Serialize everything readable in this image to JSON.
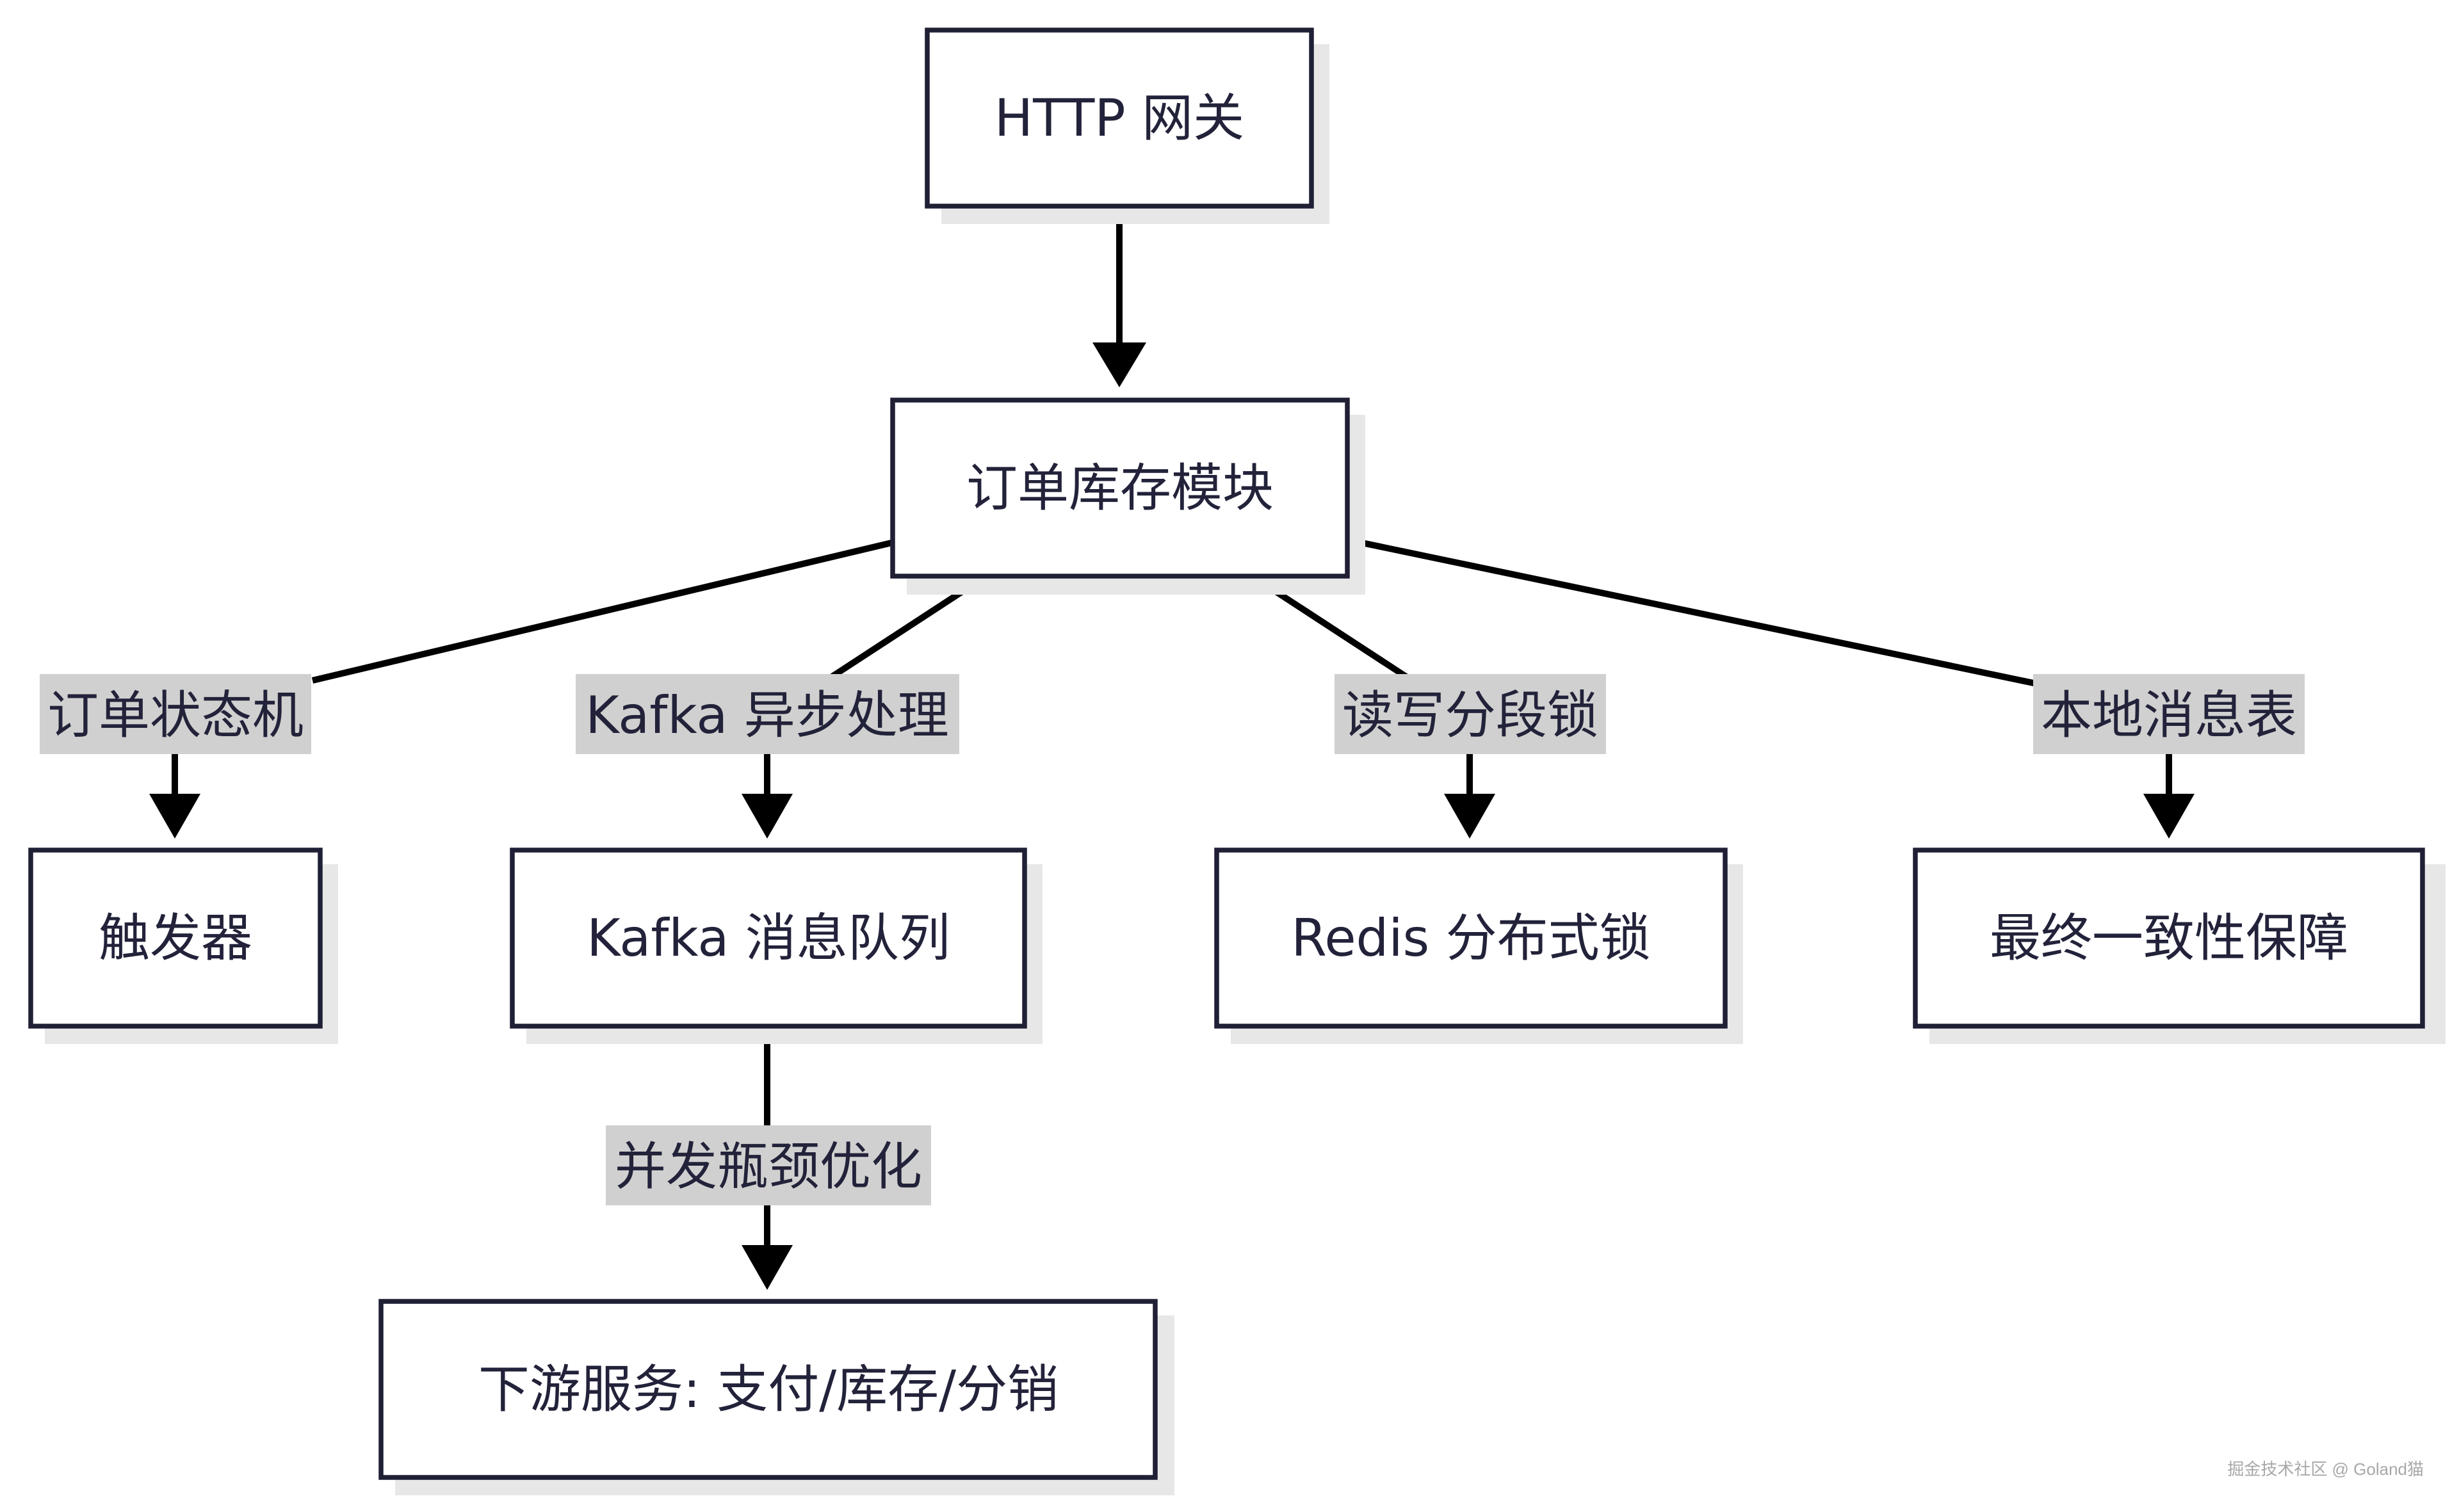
{
  "nodes": {
    "gateway": "HTTP 网关",
    "module": "订单库存模块",
    "trigger": "触发器",
    "kafka_queue": "Kafka 消息队列",
    "redis_lock": "Redis 分布式锁",
    "consistency": "最终一致性保障",
    "downstream": "下游服务: 支付/库存/分销"
  },
  "edges": {
    "state_machine": "订单状态机",
    "kafka_async": "Kafka 异步处理",
    "rw_segment_lock": "读写分段锁",
    "local_message_table": "本地消息表",
    "concurrency_opt": "并发瓶颈优化"
  },
  "watermark": "掘金技术社区 @ Goland猫"
}
